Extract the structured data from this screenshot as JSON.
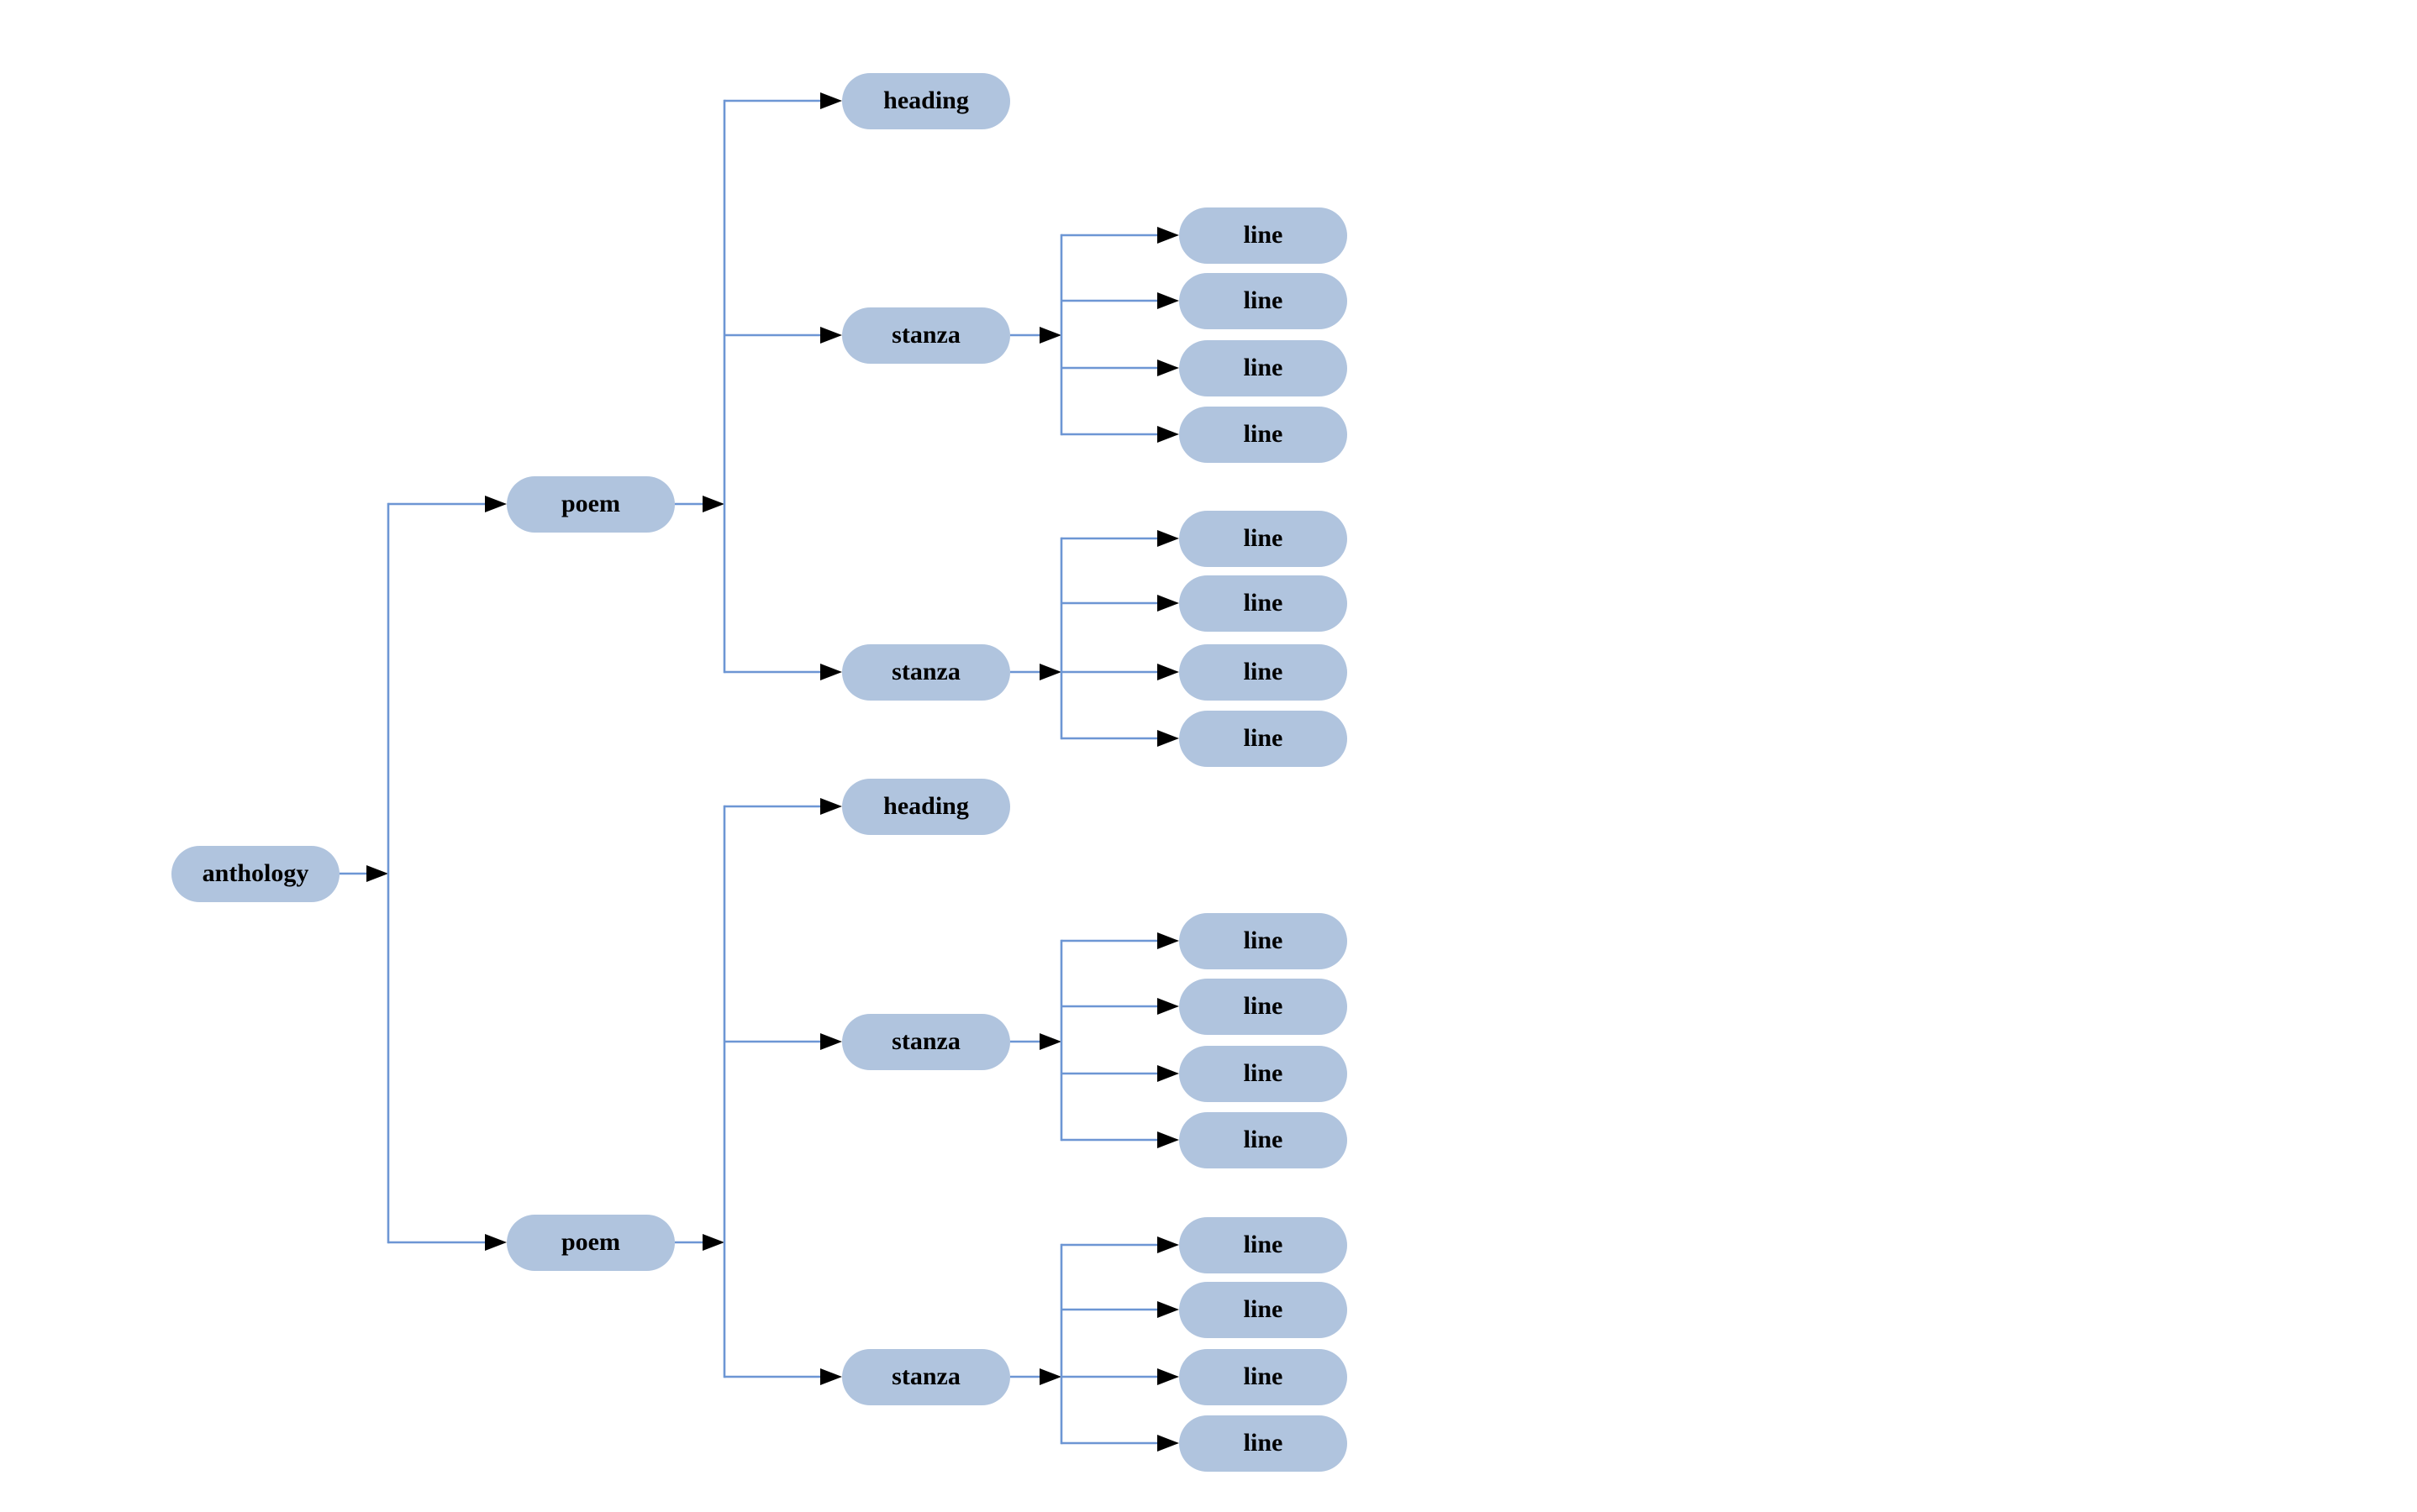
{
  "diagram": {
    "type": "tree",
    "orientation": "left-to-right",
    "colors": {
      "node_fill": "#b0c4de",
      "edge": "#6d96d4",
      "arrowhead": "#000000",
      "label_text": "#000000",
      "background": "#ffffff"
    },
    "root": {
      "label": "anthology",
      "children": [
        {
          "label": "poem",
          "children": [
            {
              "label": "heading",
              "children": []
            },
            {
              "label": "stanza",
              "children": [
                {
                  "label": "line",
                  "children": []
                },
                {
                  "label": "line",
                  "children": []
                },
                {
                  "label": "line",
                  "children": []
                },
                {
                  "label": "line",
                  "children": []
                }
              ]
            },
            {
              "label": "stanza",
              "children": [
                {
                  "label": "line",
                  "children": []
                },
                {
                  "label": "line",
                  "children": []
                },
                {
                  "label": "line",
                  "children": []
                },
                {
                  "label": "line",
                  "children": []
                }
              ]
            }
          ]
        },
        {
          "label": "poem",
          "children": [
            {
              "label": "heading",
              "children": []
            },
            {
              "label": "stanza",
              "children": [
                {
                  "label": "line",
                  "children": []
                },
                {
                  "label": "line",
                  "children": []
                },
                {
                  "label": "line",
                  "children": []
                },
                {
                  "label": "line",
                  "children": []
                }
              ]
            },
            {
              "label": "stanza",
              "children": [
                {
                  "label": "line",
                  "children": []
                },
                {
                  "label": "line",
                  "children": []
                },
                {
                  "label": "line",
                  "children": []
                },
                {
                  "label": "line",
                  "children": []
                }
              ]
            }
          ]
        }
      ]
    }
  }
}
